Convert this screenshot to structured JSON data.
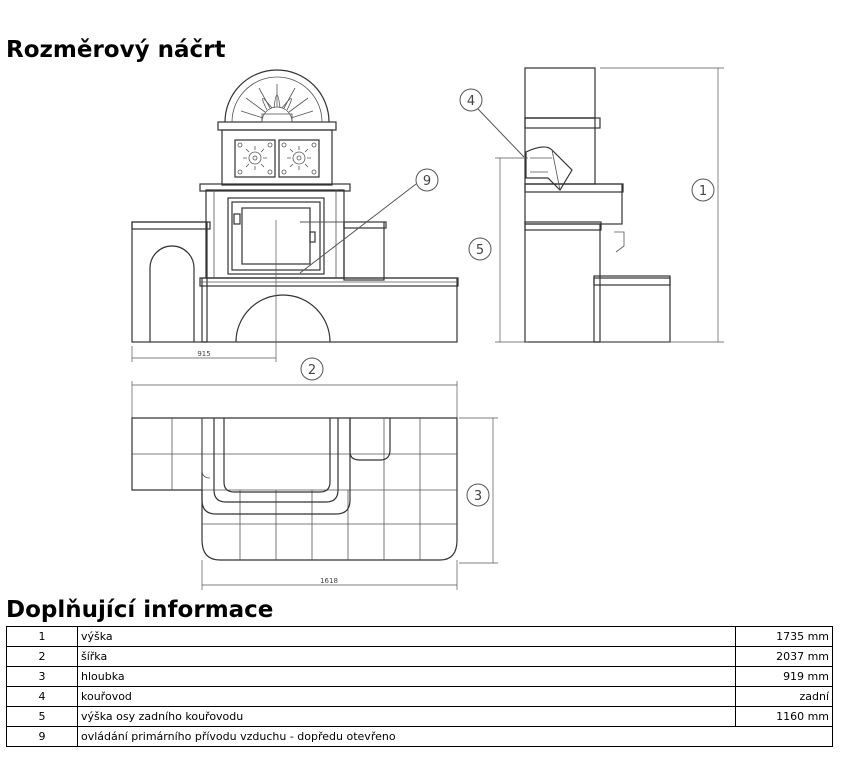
{
  "headings": {
    "sketch": "Rozměrový náčrt",
    "info": "Doplňující informace"
  },
  "sketch": {
    "dim_labels": {
      "front_half_width": "915",
      "top_total_width": "1618"
    },
    "callouts": [
      "1",
      "2",
      "3",
      "4",
      "5",
      "9"
    ]
  },
  "info_table": [
    {
      "num": "1",
      "label": "výška",
      "value": "1735 mm"
    },
    {
      "num": "2",
      "label": "šířka",
      "value": "2037 mm"
    },
    {
      "num": "3",
      "label": "hloubka",
      "value": "919 mm"
    },
    {
      "num": "4",
      "label": "kouřovod",
      "value": "zadní"
    },
    {
      "num": "5",
      "label": "výška osy zadního kouřovodu",
      "value": "1160 mm"
    },
    {
      "num": "9",
      "label": "ovládání primárního přívodu vzduchu - dopředu otevřeno",
      "value": ""
    }
  ]
}
